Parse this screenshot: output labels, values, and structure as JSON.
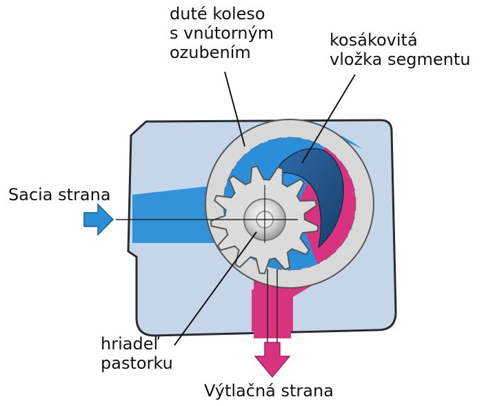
{
  "labels": {
    "hollow_wheel": [
      "duté koleso",
      "s vnútorným",
      "ozubením"
    ],
    "crescent": [
      "kosákovitá",
      "vložka segmentu"
    ],
    "suction": "Sacia strana",
    "shaft": [
      "hriadeľ",
      "pastorku"
    ],
    "discharge": "Výtlačná strana"
  },
  "colors": {
    "housing": "#c5d6e9",
    "housing_edge": "#2a2a2a",
    "suction_oil": "#2a8fd8",
    "pressure_oil": "#d9337f",
    "gear_metal": "#d8d8d8",
    "crescent": "#1f4e80",
    "text": "#111111"
  },
  "gears": {
    "ring_gear_teeth": 21,
    "pinion_teeth": 13
  }
}
